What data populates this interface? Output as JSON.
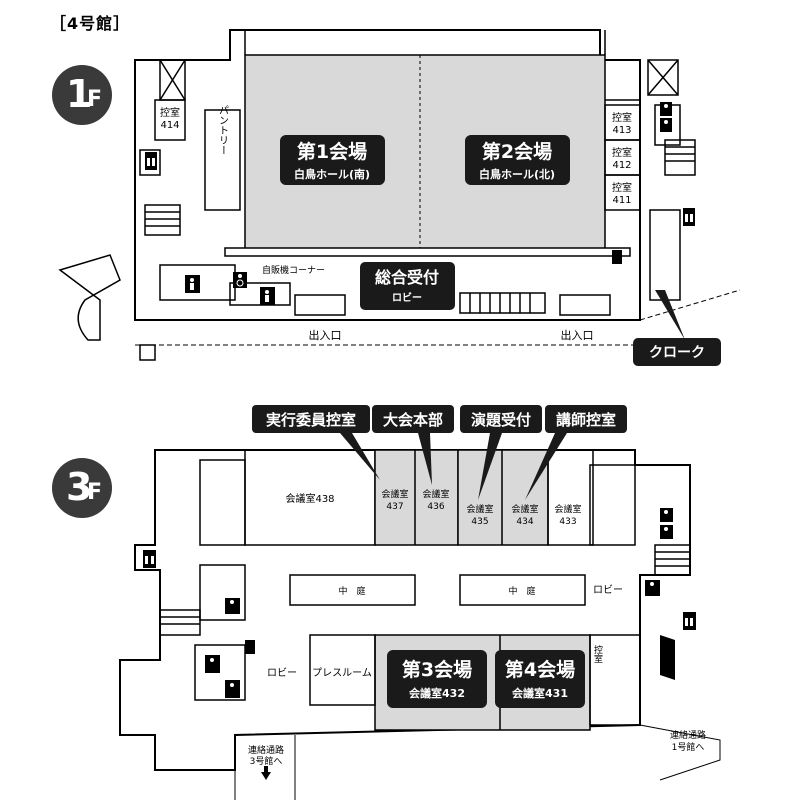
{
  "building": "［4号館］",
  "floors": {
    "f1": {
      "badge_num": "1",
      "badge_f": "F",
      "hall1": {
        "title": "第1会場",
        "sub": "白鳥ホール(南)"
      },
      "hall2": {
        "title": "第2会場",
        "sub": "白鳥ホール(北)"
      },
      "reception": {
        "title": "総合受付",
        "sub": "ロビー"
      },
      "cloak": "クローク",
      "rooms": {
        "r414a": "控室",
        "r414b": "414",
        "r413a": "控室",
        "r413b": "413",
        "r412a": "控室",
        "r412b": "412",
        "r411a": "控室",
        "r411b": "411"
      },
      "pantry": "パントリー",
      "vending": "自販機コーナー",
      "entrance_left": "出入口",
      "entrance_right": "出入口"
    },
    "f3": {
      "badge_num": "3",
      "badge_f": "F",
      "callouts": {
        "committee": "実行委員控室",
        "hq": "大会本部",
        "presenter": "演題受付",
        "lecturer": "講師控室"
      },
      "rooms": {
        "r438": "会議室438",
        "r437a": "会議室",
        "r437b": "437",
        "r436a": "会議室",
        "r436b": "436",
        "r435a": "会議室",
        "r435b": "435",
        "r434a": "会議室",
        "r434b": "434",
        "r433a": "会議室",
        "r433b": "433"
      },
      "courtyard1": "中　庭",
      "courtyard2": "中　庭",
      "lobby_right": "ロビー",
      "lobby_left": "ロビー",
      "press": "プレスルーム",
      "hall3": {
        "title": "第3会場",
        "sub": "会議室432"
      },
      "hall4": {
        "title": "第4会場",
        "sub": "会議室431"
      },
      "side_room": "控室",
      "passage3": {
        "line1": "連絡通路",
        "line2": "3号館へ"
      },
      "passage1": {
        "line1": "連絡通路",
        "line2": "1号館へ"
      }
    }
  },
  "colors": {
    "hall_fill": "#d9d9d9",
    "dark": "#1a1a1a",
    "badge": "#3a3a3a"
  }
}
